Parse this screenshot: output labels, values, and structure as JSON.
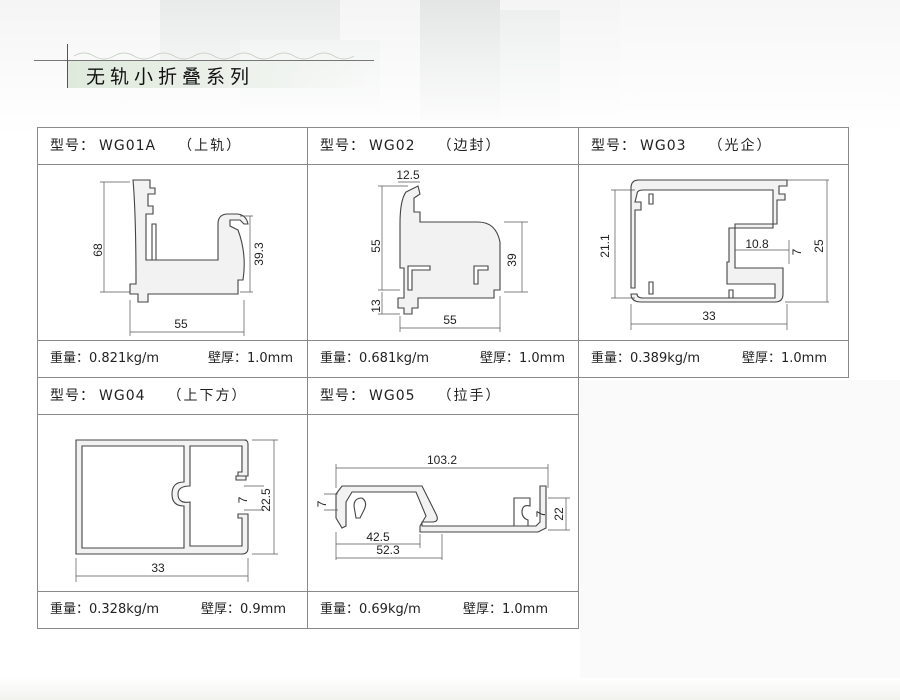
{
  "page": {
    "title": "无轨小折叠系列"
  },
  "profiles": [
    {
      "label": "型号：",
      "model": "WG01A",
      "kind": "（上轨）",
      "weight": "重量：0.821kg/m",
      "thickness": "壁厚：1.0mm",
      "dims": {
        "h": "68",
        "h2": "39.3",
        "w": "55"
      }
    },
    {
      "label": "型号：",
      "model": "WG02",
      "kind": "（边封）",
      "weight": "重量：0.681kg/m",
      "thickness": "壁厚：1.0mm",
      "dims": {
        "top": "12.5",
        "h": "55",
        "h2": "39",
        "h3": "13",
        "w": "55"
      }
    },
    {
      "label": "型号：",
      "model": "WG03",
      "kind": "（光企）",
      "weight": "重量：0.389kg/m",
      "thickness": "壁厚：1.0mm",
      "dims": {
        "h": "21.1",
        "inner_w": "10.8",
        "inner_h": "7",
        "h2": "25",
        "w": "33"
      }
    },
    {
      "label": "型号：",
      "model": "WG04",
      "kind": "（上下方）",
      "weight": "重量：0.328kg/m",
      "thickness": "壁厚：0.9mm",
      "dims": {
        "h": "22.5",
        "slot": "7",
        "w": "33"
      }
    },
    {
      "label": "型号：",
      "model": "WG05",
      "kind": "（拉手）",
      "weight": "重量：0.69kg/m",
      "thickness": "壁厚：1.0mm",
      "dims": {
        "w": "103.2",
        "left_h": "7",
        "right_h1": "7",
        "right_h2": "22",
        "w2": "42.5",
        "w3": "52.3"
      }
    }
  ]
}
